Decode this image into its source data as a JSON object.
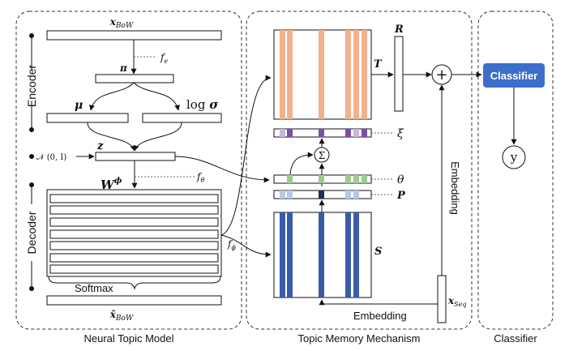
{
  "panels": {
    "ntm": "Neural Topic Model",
    "tmm": "Topic Memory Mechanism",
    "cls": "Classifier"
  },
  "side_labels": {
    "encoder": "Encoder",
    "decoder": "Decoder"
  },
  "labels": {
    "x_bow": "x",
    "x_bow_sub": "BoW",
    "pi": "π",
    "f_e": "f",
    "f_e_sub": "e",
    "mu": "μ",
    "log_sigma_log": "log",
    "log_sigma_sym": "σ",
    "normal": "𝒩 (0, I)",
    "z": "z",
    "w_phi": "W",
    "w_phi_sup": "ϕ",
    "f_theta": "f",
    "f_theta_sub": "θ",
    "f_phi": "f",
    "f_phi_sub": "ϕ",
    "softmax": "Softmax",
    "x_hat": "x̂",
    "x_hat_sub": "BoW",
    "R": "R",
    "T": "T",
    "xi": "ξ",
    "sigma_sum": "Σ",
    "theta": "θ",
    "P": "P",
    "S": "S",
    "x_seq": "x",
    "x_seq_sub": "Seq",
    "embedding_bottom": "Embedding",
    "embedding_vertical": "Embedding",
    "plus": "+",
    "classifier_box": "Classifier",
    "y": "y"
  },
  "colors": {
    "orange": "#f2b18d",
    "blue_dark": "#3a5ba8",
    "blue_light": "#b8c8e8",
    "purple": "#7a4fa8",
    "purple_light": "#c9b6e0",
    "green": "#9ccc8c",
    "navy": "#1f2e55",
    "classifier_blue": "#3b6fc9"
  }
}
